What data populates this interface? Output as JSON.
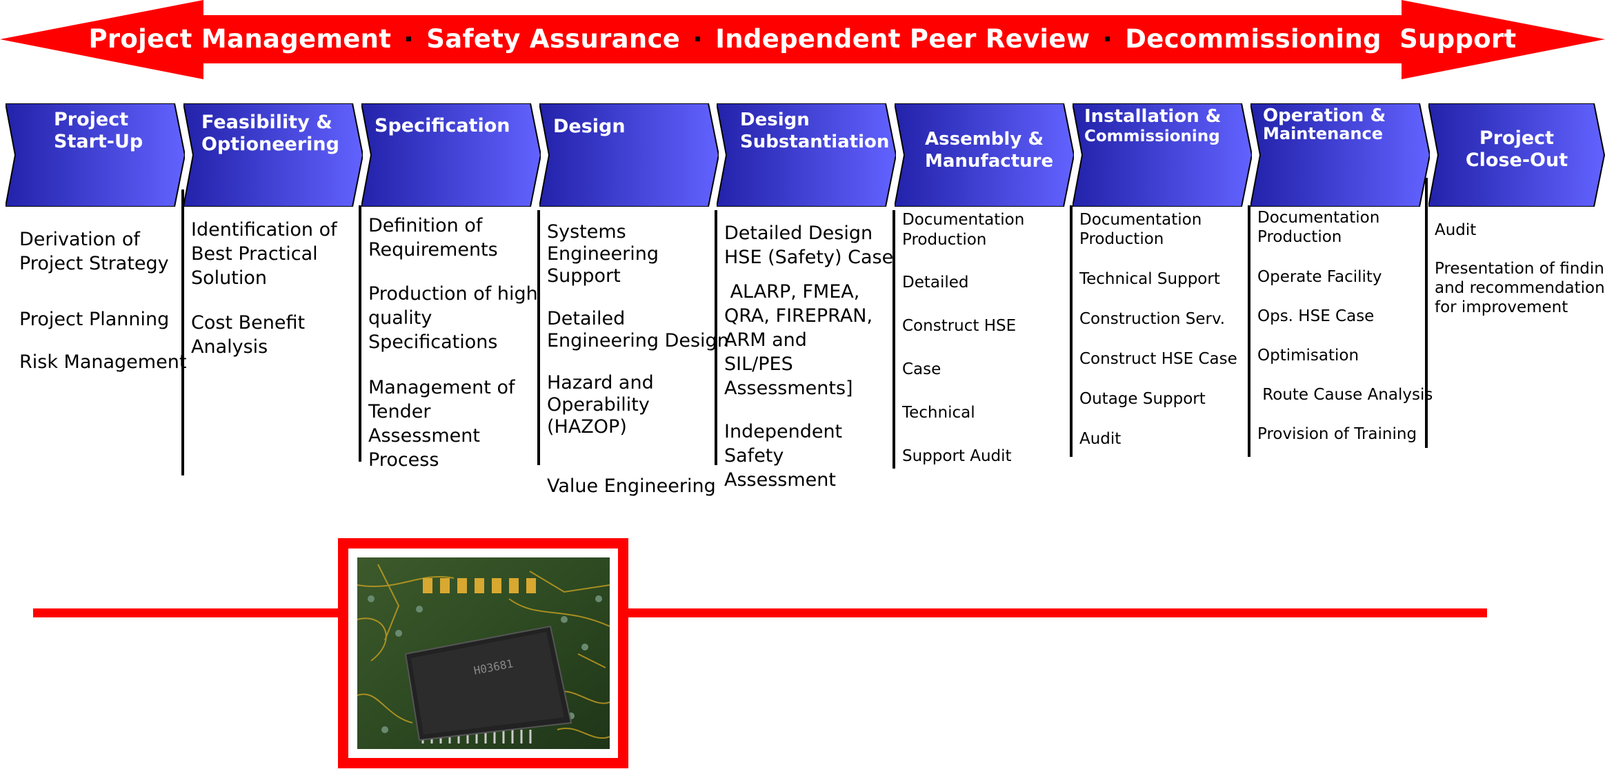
{
  "banner": {
    "items": [
      "Project Management",
      "Safety Assurance",
      "Independent Peer Review",
      "Decommissioning  Support"
    ],
    "color": "#ff0000"
  },
  "stages": [
    {
      "lines": [
        "Project",
        "Start-Up"
      ]
    },
    {
      "lines": [
        "Feasibility &",
        "Optioneering"
      ]
    },
    {
      "lines": [
        "Specification"
      ]
    },
    {
      "lines": [
        "Design"
      ]
    },
    {
      "lines": [
        "Design",
        "Substantiation"
      ]
    },
    {
      "lines": [
        "Assembly &",
        "Manufacture"
      ]
    },
    {
      "lines": [
        "Installation &",
        "Commissioning"
      ]
    },
    {
      "lines": [
        "Operation &",
        "Maintenance"
      ]
    },
    {
      "lines": [
        "Project",
        "Close-Out"
      ]
    }
  ],
  "stage_colors": {
    "light": "#6060ff",
    "dark": "#2222aa"
  },
  "columns": [
    {
      "items": [
        "Derivation of\nProject Strategy",
        "Project Planning",
        "Risk Management"
      ]
    },
    {
      "items": [
        "Identification of\nBest Practical\nSolution",
        "Cost Benefit\nAnalysis"
      ]
    },
    {
      "items": [
        "Definition of\nRequirements",
        "Production of high\nquality\nSpecifications",
        "Management of\nTender\nAssessment\nProcess"
      ]
    },
    {
      "items": [
        "Systems\nEngineering\nSupport",
        "Detailed\nEngineering Design",
        "Hazard and\nOperability\n(HAZOP)",
        "Value Engineering"
      ]
    },
    {
      "items": [
        "Detailed Design\nHSE (Safety) Case",
        " ALARP, FMEA,\nQRA, FIREPRAN,\nARM and\nSIL/PES\nAssessments]",
        "Independent\nSafety\nAssessment"
      ]
    },
    {
      "items": [
        "Documentation\nProduction",
        "Detailed",
        "Construct HSE",
        "Case",
        "Technical",
        "Support Audit"
      ]
    },
    {
      "items": [
        "Documentation\nProduction",
        "Technical Support",
        "Construction Serv.",
        "Construct HSE Case",
        "Outage Support",
        "Audit"
      ]
    },
    {
      "items": [
        "Documentation\nProduction",
        "Operate Facility",
        "Ops. HSE Case",
        "Optimisation",
        " Route Cause Analysis",
        "Provision of Training"
      ]
    },
    {
      "items": [
        "Audit",
        "Presentation of findings\nand recommendations\nfor improvement"
      ]
    }
  ],
  "image": {
    "icon": "circuit-board-chip-icon",
    "chip_marking": "H03681"
  }
}
